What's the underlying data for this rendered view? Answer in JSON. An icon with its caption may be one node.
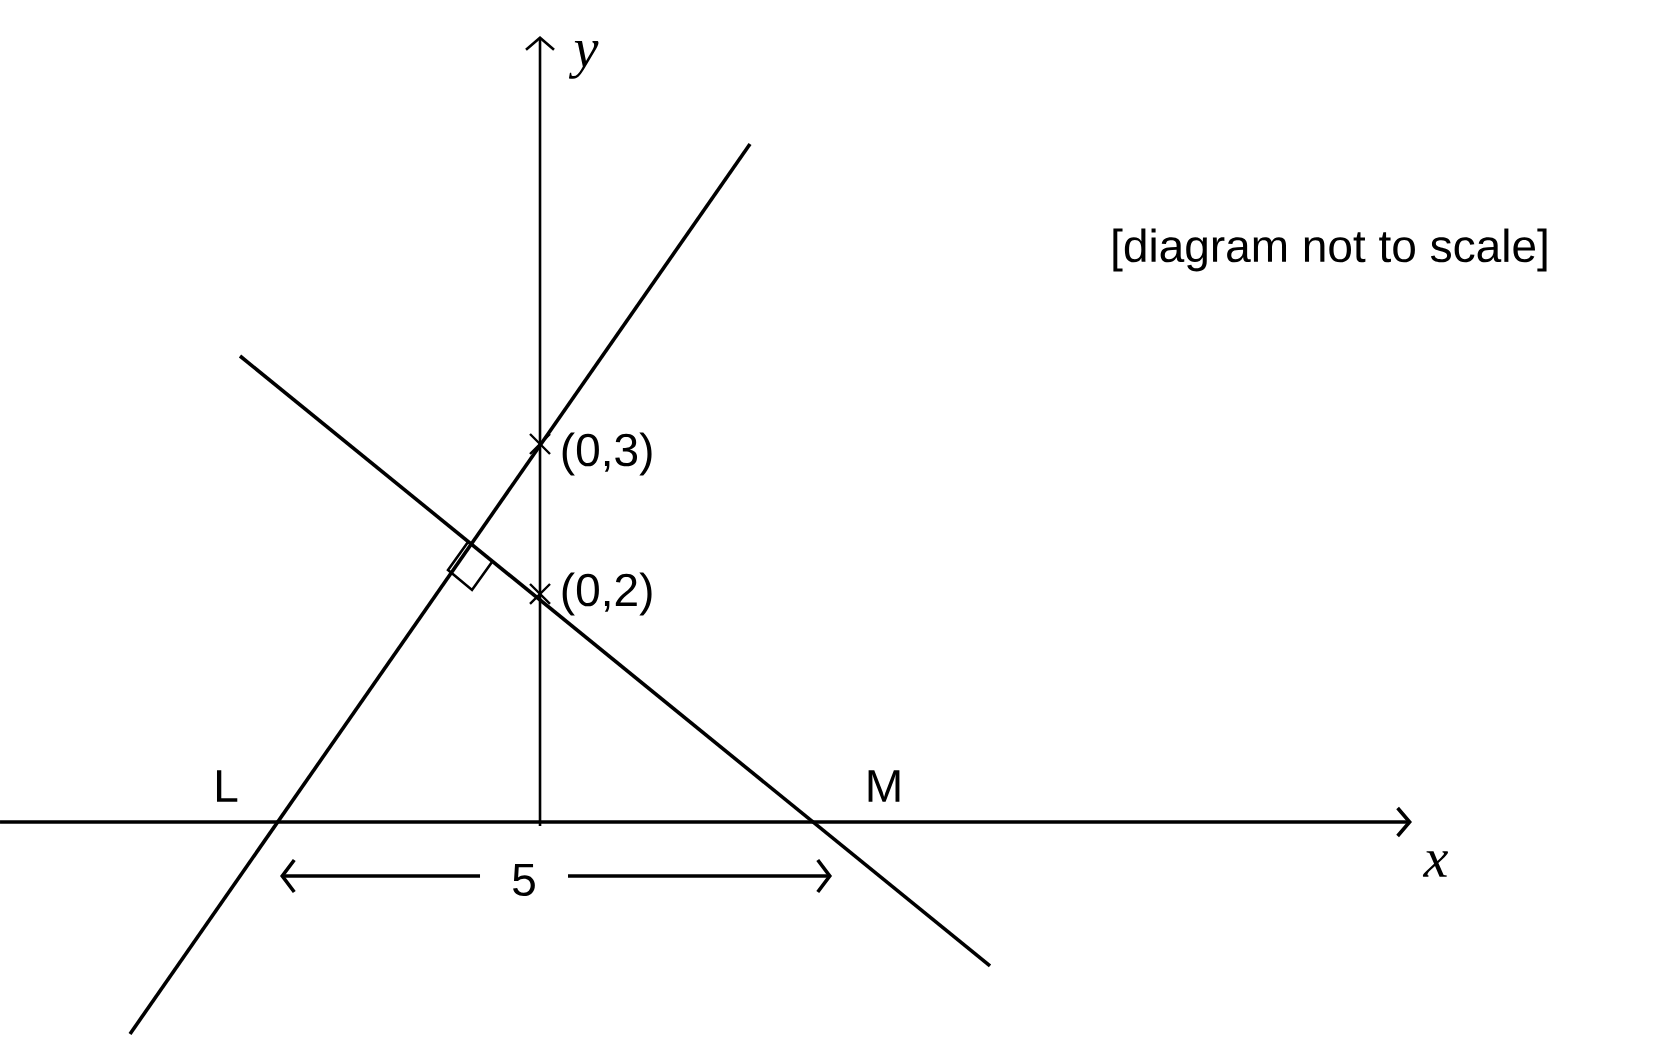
{
  "diagram": {
    "labels": [
      "y",
      "[diagram not to scale]",
      "(0,3)",
      "(0,2)",
      "L",
      "M",
      "x",
      "5"
    ]
  }
}
